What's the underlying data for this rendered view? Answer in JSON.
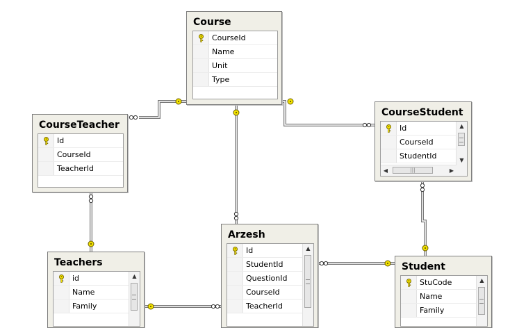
{
  "diagram": {
    "tables": [
      {
        "name": "Course",
        "columns": [
          {
            "name": "CourseId",
            "key": true
          },
          {
            "name": "Name",
            "key": false
          },
          {
            "name": "Unit",
            "key": false
          },
          {
            "name": "Type",
            "key": false
          }
        ]
      },
      {
        "name": "CourseTeacher",
        "columns": [
          {
            "name": "Id",
            "key": true
          },
          {
            "name": "CourseId",
            "key": false
          },
          {
            "name": "TeacherId",
            "key": false
          }
        ]
      },
      {
        "name": "CourseStudent",
        "columns": [
          {
            "name": "Id",
            "key": true
          },
          {
            "name": "CourseId",
            "key": false
          },
          {
            "name": "StudentId",
            "key": false
          }
        ]
      },
      {
        "name": "Teachers",
        "columns": [
          {
            "name": "id",
            "key": true
          },
          {
            "name": "Name",
            "key": false
          },
          {
            "name": "Family",
            "key": false
          }
        ]
      },
      {
        "name": "Arzesh",
        "columns": [
          {
            "name": "Id",
            "key": true
          },
          {
            "name": "StudentId",
            "key": false
          },
          {
            "name": "QuestionId",
            "key": false
          },
          {
            "name": "CourseId",
            "key": false
          },
          {
            "name": "TeacherId",
            "key": false
          }
        ]
      },
      {
        "name": "Student",
        "columns": [
          {
            "name": "StuCode",
            "key": true
          },
          {
            "name": "Name",
            "key": false
          },
          {
            "name": "Family",
            "key": false
          }
        ]
      }
    ],
    "relationships": [
      {
        "from": "CourseTeacher",
        "to": "Course"
      },
      {
        "from": "CourseStudent",
        "to": "Course"
      },
      {
        "from": "Arzesh",
        "to": "Course"
      },
      {
        "from": "CourseTeacher",
        "to": "Teachers"
      },
      {
        "from": "Arzesh",
        "to": "Teachers"
      },
      {
        "from": "CourseStudent",
        "to": "Student"
      },
      {
        "from": "Arzesh",
        "to": "Student"
      }
    ]
  },
  "colors": {
    "key_icon": "#f2e200",
    "relationship_line": "#7a7a7a",
    "table_background": "#f0efe7"
  }
}
